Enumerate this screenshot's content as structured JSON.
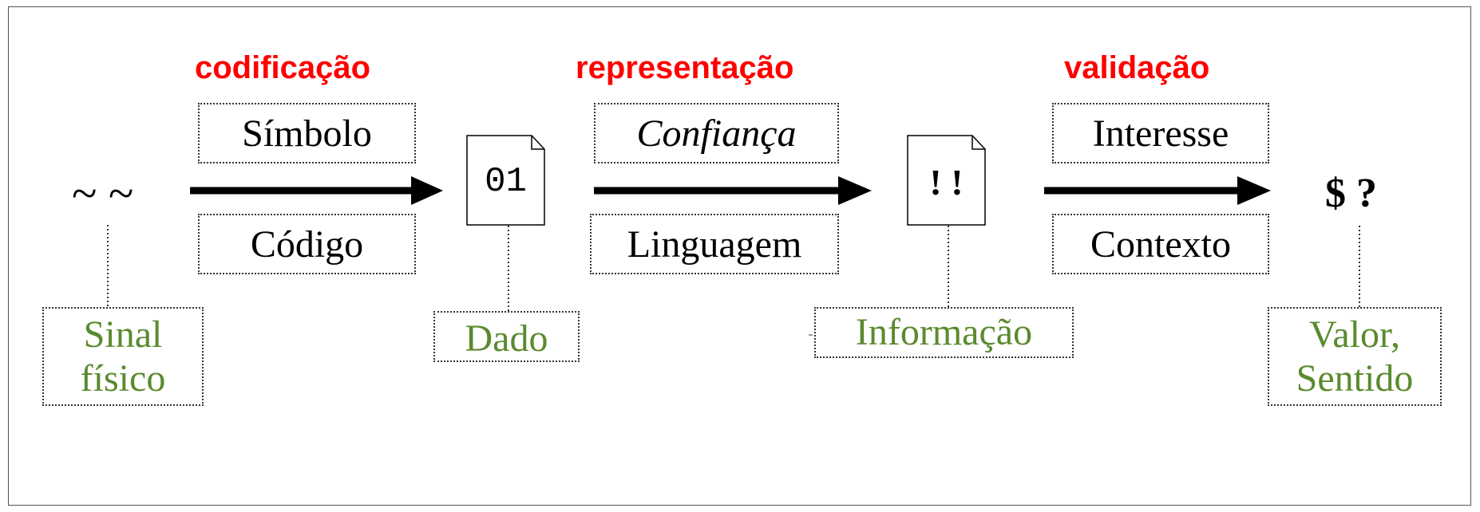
{
  "colors": {
    "heading": "#ff0000",
    "concept": "#5a8a2e",
    "text": "#000000"
  },
  "stages": {
    "codificacao": {
      "heading": "codificação",
      "top_label": "Símbolo",
      "bottom_label": "Código"
    },
    "representacao": {
      "heading": "representação",
      "top_label": "Confiança",
      "bottom_label": "Linguagem"
    },
    "validacao": {
      "heading": "validação",
      "top_label": "Interesse",
      "bottom_label": "Contexto"
    }
  },
  "nodes": {
    "sinal": {
      "symbol": "~ ~",
      "label_line1": "Sinal",
      "label_line2": "físico"
    },
    "dado": {
      "symbol": "01",
      "label": "Dado"
    },
    "informacao": {
      "symbol": "! !",
      "label": "Informação"
    },
    "valor": {
      "symbol": "$ ?",
      "label_line1": "Valor,",
      "label_line2": "Sentido"
    }
  }
}
